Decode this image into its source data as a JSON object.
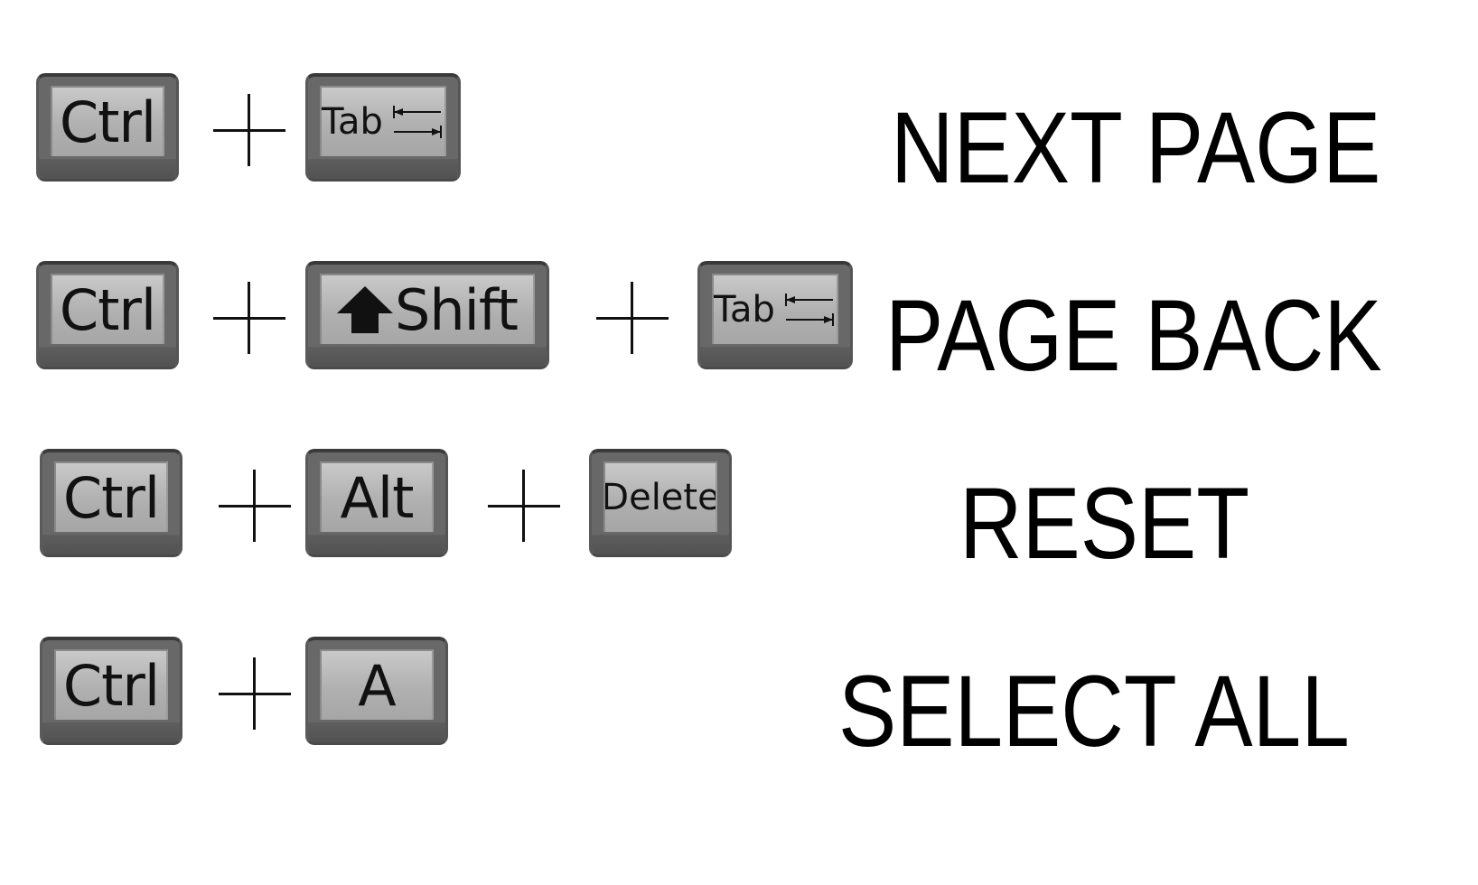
{
  "shortcuts": [
    {
      "keys": [
        "Ctrl",
        "Tab"
      ],
      "action": "NEXT PAGE"
    },
    {
      "keys": [
        "Ctrl",
        "Shift",
        "Tab"
      ],
      "action": "PAGE BACK"
    },
    {
      "keys": [
        "Ctrl",
        "Alt",
        "Delete"
      ],
      "action": "RESET"
    },
    {
      "keys": [
        "Ctrl",
        "A"
      ],
      "action": "SELECT ALL"
    }
  ],
  "icons": {
    "plus": "plus-icon",
    "tab": "tab-arrows-icon",
    "shift": "shift-arrow-icon"
  },
  "colors": {
    "key_body": "#686868",
    "key_face": "#b8b8b8",
    "text": "#000000",
    "background": "#ffffff"
  }
}
